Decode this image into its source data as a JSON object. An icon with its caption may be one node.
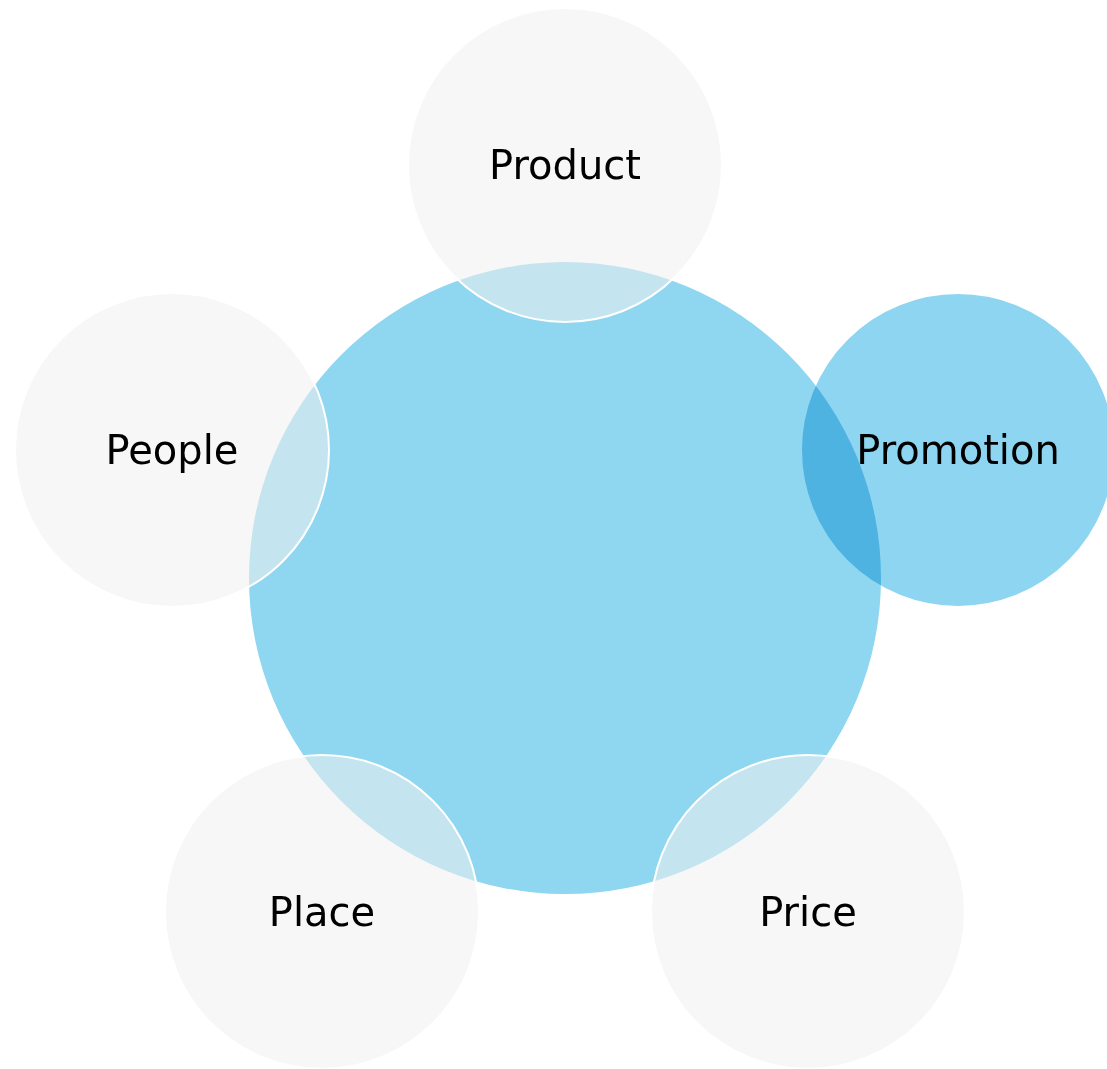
{
  "diagram": {
    "nodes": [
      {
        "text": [
          "Product"
        ]
      },
      {
        "text": [
          "People"
        ]
      },
      {
        "text": [],
        "shape": "circle"
      },
      {
        "text": [
          "Promotion"
        ]
      },
      {
        "text": [
          "Place"
        ]
      },
      {
        "text": [
          "Price"
        ]
      }
    ]
  }
}
